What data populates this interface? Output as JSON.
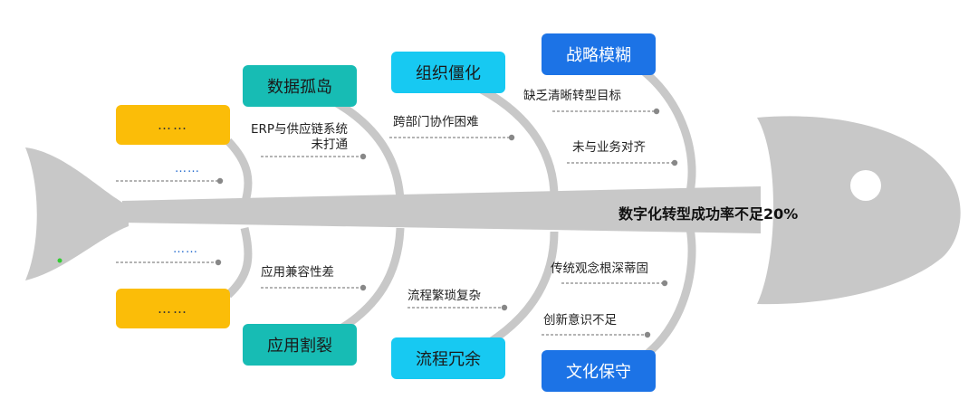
{
  "title": "数字化转型成功率不足20%",
  "upper_categories": [
    {
      "label": "数据孤岛",
      "causes": [
        "ERP与供应链系统\n未打通"
      ]
    },
    {
      "label": "组织僵化",
      "causes": [
        "跨部门协作困难"
      ]
    },
    {
      "label": "战略模糊",
      "causes": [
        "缺乏清晰转型目标",
        "未与业务对齐"
      ]
    }
  ],
  "lower_categories": [
    {
      "label": "应用割裂",
      "causes": [
        "应用兼容性差"
      ]
    },
    {
      "label": "流程冗余",
      "causes": [
        "流程繁琐复杂"
      ]
    },
    {
      "label": "文化保守",
      "causes": [
        "传统观念根深蒂固",
        "创新意识不足"
      ]
    }
  ],
  "placeholders": {
    "upper_box": "……",
    "lower_box": "……",
    "upper_cause": "……",
    "lower_cause": "……"
  },
  "colors": {
    "fish_body": "#c8c8c8",
    "eye": "#ffffff",
    "box_teal": "#17bcb4",
    "box_cyan": "#17c9f2",
    "box_blue": "#1c73e6",
    "box_yellow": "#fbbd08"
  }
}
